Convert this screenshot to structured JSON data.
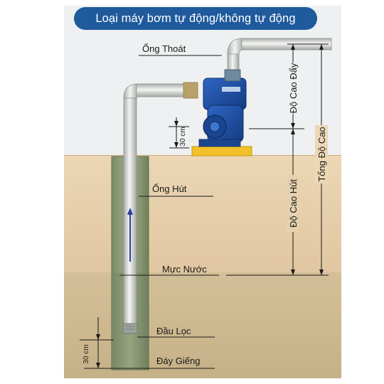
{
  "title": "Loại máy bơm tự động/không tự động",
  "labels": {
    "outlet_pipe": "Ống Thoát",
    "suction_pipe": "Ống Hút",
    "water_level": "Mực Nước",
    "filter_head": "Đầu Lọc",
    "well_bottom": "Đáy Giếng",
    "push_height": "Độ Cao Đẩy",
    "suction_height": "Độ Cao Hút",
    "total_height": "Tổng Độ Cao",
    "pump_clearance": "30 cm",
    "bottom_clearance": "30 cm"
  },
  "colors": {
    "banner": "#1f5a9c",
    "soil_top": "#e9d2b0",
    "soil_bottom": "#cdb98e",
    "well_casing": "#8a9a72",
    "pipe": "#c9ccc9",
    "pump_body": "#1c4fa3",
    "pump_base": "#f2c02a",
    "flow_arrow": "#2a3f9f"
  },
  "icons": {
    "flow_arrow": "up-arrow-icon",
    "pump": "water-pump-icon"
  }
}
